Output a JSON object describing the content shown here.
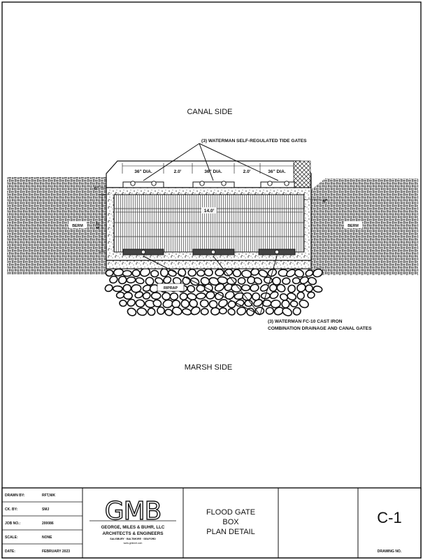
{
  "labels": {
    "canal_side": "CANAL SIDE",
    "marsh_side": "MARSH SIDE",
    "tide_gates_note": "(3) WATERMAN SELF-REGULATED TIDE GATES",
    "cast_iron_note_line1": "(3) WATERMAN FC-10 CAST IRON",
    "cast_iron_note_line2": "COMBINATION DRAINAGE AND CANAL GATES",
    "berm_left": "BERM",
    "berm_right": "BERM",
    "riprap": "RIPRAP"
  },
  "dimensions": {
    "dia_1": "36\" DIA.",
    "gap_1": "2.0'",
    "dia_2": "36\" DIA.",
    "gap_2": "2.0'",
    "dia_3": "36\" DIA.",
    "length": "14.0'",
    "width": "4.0'",
    "wall_left": "6\"",
    "wall_right": "6\""
  },
  "title_block": {
    "rows": [
      {
        "label": "DRAWN BY:",
        "value": "RFT,NIK"
      },
      {
        "label": "CK. BY:",
        "value": "SMJ"
      },
      {
        "label": "JOB NO.:",
        "value": "200086"
      },
      {
        "label": "SCALE:",
        "value": "NONE"
      },
      {
        "label": "DATE:",
        "value": "FEBRUARY 2023"
      }
    ],
    "logo_text": "GMB",
    "firm_line1": "GEORGE, MILES & BUHR, LLC",
    "firm_line2": "ARCHITECTS & ENGINEERS",
    "firm_line3": "SALISBURY · BALTIMORE · SEAFORD",
    "firm_web": "www.gmbnet.com",
    "drawing_title_line1": "FLOOD GATE",
    "drawing_title_line2": "BOX",
    "drawing_title_line3": "PLAN DETAIL",
    "drawing_number": "C-1",
    "drawing_no_label": "DRAWING NO."
  }
}
